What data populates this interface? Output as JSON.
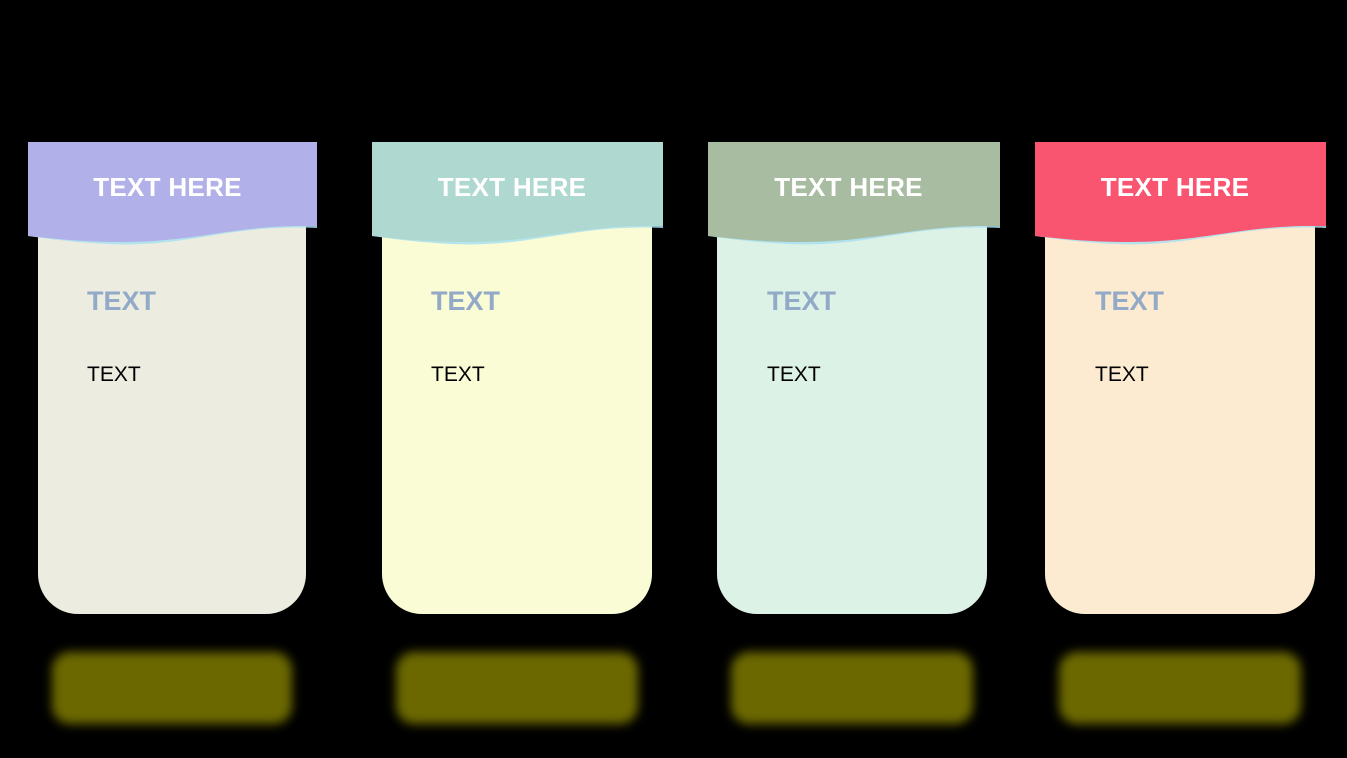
{
  "cards": [
    {
      "title": "TEXT HERE",
      "subtitle": "TEXT",
      "text": "TEXT",
      "header_color": "#b2b0e8",
      "body_color": "#ecece0"
    },
    {
      "title": "TEXT HERE",
      "subtitle": "TEXT",
      "text": "TEXT",
      "header_color": "#afd8d0",
      "body_color": "#fafcd5"
    },
    {
      "title": "TEXT HERE",
      "subtitle": "TEXT",
      "text": "TEXT",
      "header_color": "#a7bca1",
      "body_color": "#ddf2e6"
    },
    {
      "title": "TEXT HERE",
      "subtitle": "TEXT",
      "text": "TEXT",
      "header_color": "#f95571",
      "body_color": "#fcebd0"
    }
  ],
  "colors": {
    "background": "#000000",
    "subtitle": "#92a9c7",
    "shadow": "#6b6800",
    "wave_accent": "#a8e1f0"
  }
}
